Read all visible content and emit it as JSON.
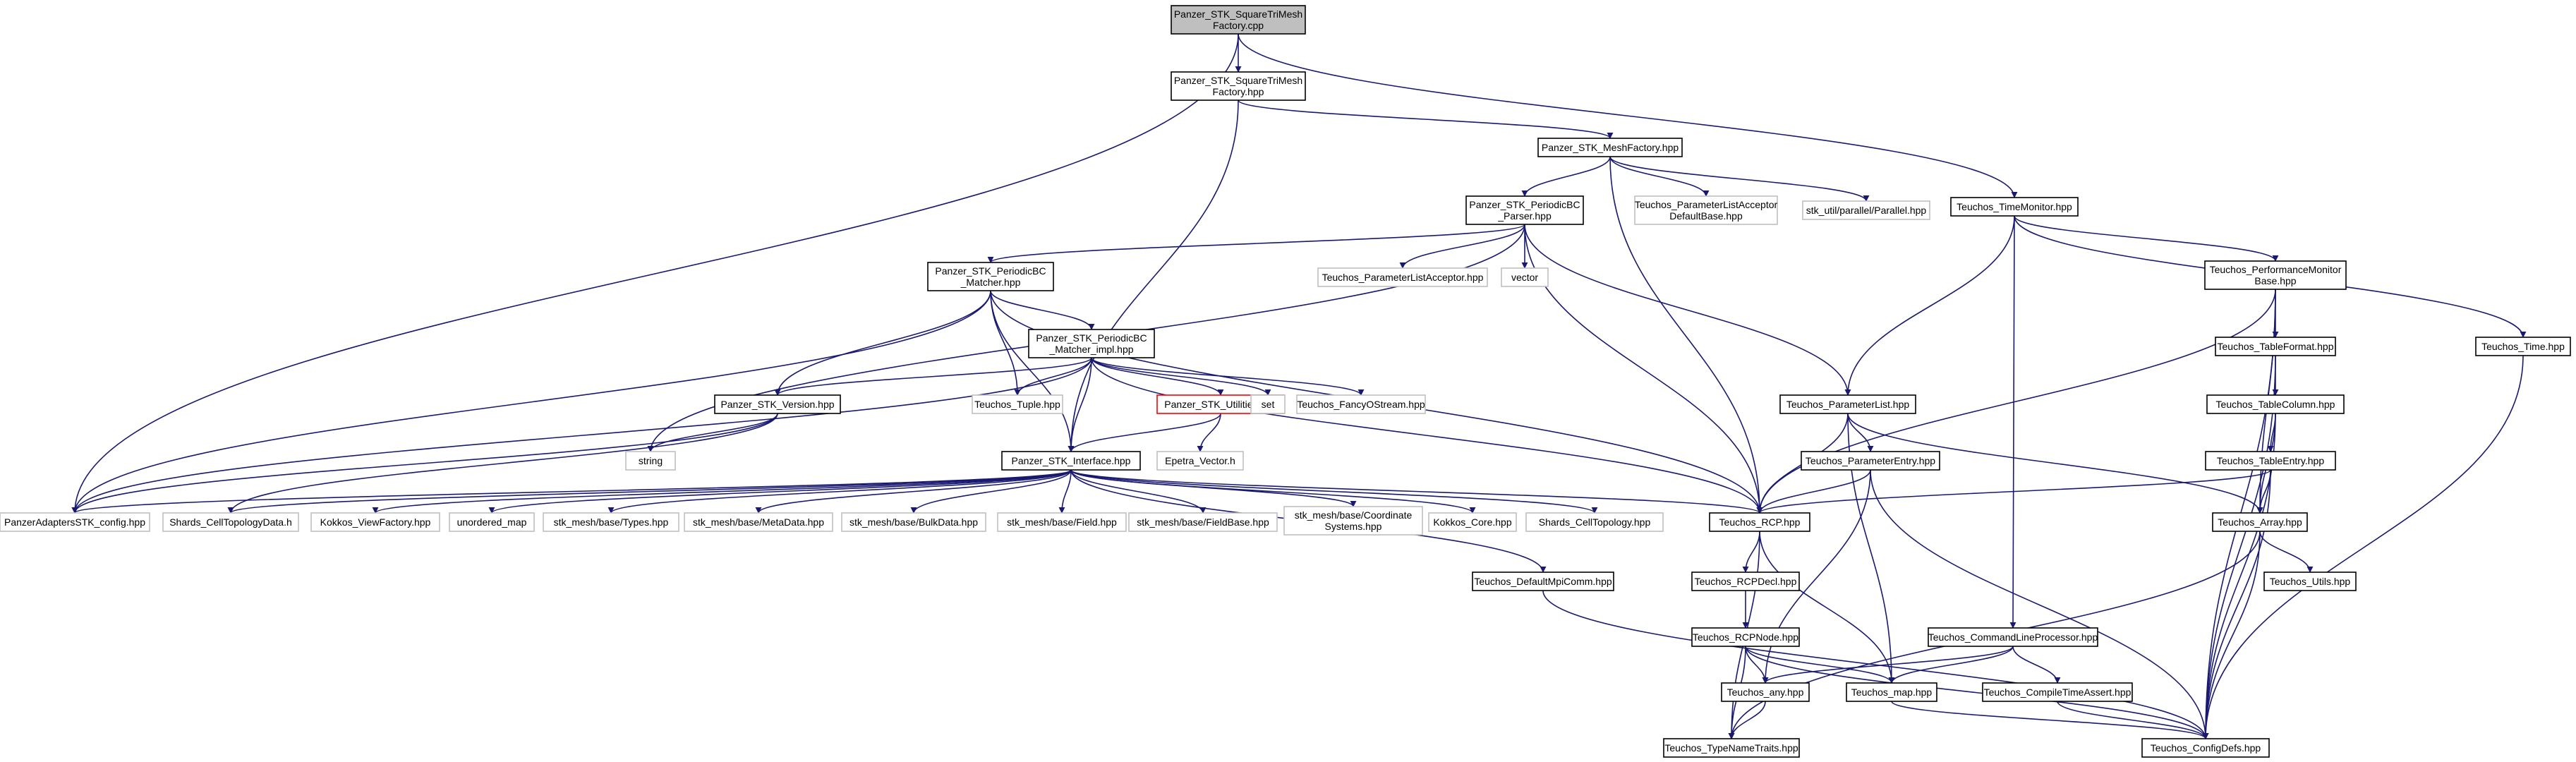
{
  "nodes": [
    {
      "id": "root",
      "lines": [
        "Panzer_STK_SquareTriMesh",
        "Factory.cpp"
      ],
      "style": "root"
    },
    {
      "id": "factory_hpp",
      "lines": [
        "Panzer_STK_SquareTriMesh",
        "Factory.hpp"
      ],
      "style": "normal"
    },
    {
      "id": "meshfactory",
      "lines": [
        "Panzer_STK_MeshFactory.hpp"
      ],
      "style": "normal"
    },
    {
      "id": "timemonitor",
      "lines": [
        "Teuchos_TimeMonitor.hpp"
      ],
      "style": "normal"
    },
    {
      "id": "pbc_parser",
      "lines": [
        "Panzer_STK_PeriodicBC",
        "_Parser.hpp"
      ],
      "style": "normal"
    },
    {
      "id": "plad",
      "lines": [
        "Teuchos_ParameterListAcceptor",
        "DefaultBase.hpp"
      ],
      "style": "ext"
    },
    {
      "id": "stk_parallel",
      "lines": [
        "stk_util/parallel/Parallel.hpp"
      ],
      "style": "ext"
    },
    {
      "id": "perfmon",
      "lines": [
        "Teuchos_PerformanceMonitor",
        "Base.hpp"
      ],
      "style": "normal"
    },
    {
      "id": "pbc_matcher",
      "lines": [
        "Panzer_STK_PeriodicBC",
        "_Matcher.hpp"
      ],
      "style": "normal"
    },
    {
      "id": "pla",
      "lines": [
        "Teuchos_ParameterListAcceptor.hpp"
      ],
      "style": "ext"
    },
    {
      "id": "vector",
      "lines": [
        "vector"
      ],
      "style": "ext"
    },
    {
      "id": "teuchos_time",
      "lines": [
        "Teuchos_Time.hpp"
      ],
      "style": "normal"
    },
    {
      "id": "tableformat",
      "lines": [
        "Teuchos_TableFormat.hpp"
      ],
      "style": "normal"
    },
    {
      "id": "pbc_matcher_impl",
      "lines": [
        "Panzer_STK_PeriodicBC",
        "_Matcher_impl.hpp"
      ],
      "style": "normal"
    },
    {
      "id": "stk_version",
      "lines": [
        "Panzer_STK_Version.hpp"
      ],
      "style": "normal"
    },
    {
      "id": "tuple",
      "lines": [
        "Teuchos_Tuple.hpp"
      ],
      "style": "ext"
    },
    {
      "id": "utilities",
      "lines": [
        "Panzer_STK_Utilities.hpp"
      ],
      "style": "red"
    },
    {
      "id": "set",
      "lines": [
        "set"
      ],
      "style": "ext"
    },
    {
      "id": "fancyostream",
      "lines": [
        "Teuchos_FancyOStream.hpp"
      ],
      "style": "ext"
    },
    {
      "id": "paramlist",
      "lines": [
        "Teuchos_ParameterList.hpp"
      ],
      "style": "normal"
    },
    {
      "id": "tablecolumn",
      "lines": [
        "Teuchos_TableColumn.hpp"
      ],
      "style": "normal"
    },
    {
      "id": "string",
      "lines": [
        "string"
      ],
      "style": "ext"
    },
    {
      "id": "epetra_vector",
      "lines": [
        "Epetra_Vector.h"
      ],
      "style": "ext"
    },
    {
      "id": "paramentry",
      "lines": [
        "Teuchos_ParameterEntry.hpp"
      ],
      "style": "normal"
    },
    {
      "id": "tableentry",
      "lines": [
        "Teuchos_TableEntry.hpp"
      ],
      "style": "normal"
    },
    {
      "id": "stk_interface",
      "lines": [
        "Panzer_STK_Interface.hpp"
      ],
      "style": "normal"
    },
    {
      "id": "pastk_config",
      "lines": [
        "PanzerAdaptersSTK_config.hpp"
      ],
      "style": "ext"
    },
    {
      "id": "shards_ctd",
      "lines": [
        "Shards_CellTopologyData.h"
      ],
      "style": "ext"
    },
    {
      "id": "kokkos_vf",
      "lines": [
        "Kokkos_ViewFactory.hpp"
      ],
      "style": "ext"
    },
    {
      "id": "unordered_map",
      "lines": [
        "unordered_map"
      ],
      "style": "ext"
    },
    {
      "id": "stk_types",
      "lines": [
        "stk_mesh/base/Types.hpp"
      ],
      "style": "ext"
    },
    {
      "id": "stk_metadata",
      "lines": [
        "stk_mesh/base/MetaData.hpp"
      ],
      "style": "ext"
    },
    {
      "id": "stk_bulkdata",
      "lines": [
        "stk_mesh/base/BulkData.hpp"
      ],
      "style": "ext"
    },
    {
      "id": "stk_field",
      "lines": [
        "stk_mesh/base/Field.hpp"
      ],
      "style": "ext"
    },
    {
      "id": "stk_fieldbase",
      "lines": [
        "stk_mesh/base/FieldBase.hpp"
      ],
      "style": "ext"
    },
    {
      "id": "stk_coord",
      "lines": [
        "stk_mesh/base/Coordinate",
        "Systems.hpp"
      ],
      "style": "ext"
    },
    {
      "id": "kokkos_core",
      "lines": [
        "Kokkos_Core.hpp"
      ],
      "style": "ext"
    },
    {
      "id": "shards_ct",
      "lines": [
        "Shards_CellTopology.hpp"
      ],
      "style": "ext"
    },
    {
      "id": "rcp",
      "lines": [
        "Teuchos_RCP.hpp"
      ],
      "style": "normal"
    },
    {
      "id": "array",
      "lines": [
        "Teuchos_Array.hpp"
      ],
      "style": "normal"
    },
    {
      "id": "defaultmpicomm",
      "lines": [
        "Teuchos_DefaultMpiComm.hpp"
      ],
      "style": "normal"
    },
    {
      "id": "rcpdecl",
      "lines": [
        "Teuchos_RCPDecl.hpp"
      ],
      "style": "normal"
    },
    {
      "id": "utils",
      "lines": [
        "Teuchos_Utils.hpp"
      ],
      "style": "normal"
    },
    {
      "id": "rcpnode",
      "lines": [
        "Teuchos_RCPNode.hpp"
      ],
      "style": "normal"
    },
    {
      "id": "clp",
      "lines": [
        "Teuchos_CommandLineProcessor.hpp"
      ],
      "style": "normal"
    },
    {
      "id": "any",
      "lines": [
        "Teuchos_any.hpp"
      ],
      "style": "normal"
    },
    {
      "id": "map",
      "lines": [
        "Teuchos_map.hpp"
      ],
      "style": "normal"
    },
    {
      "id": "compiletimeassert",
      "lines": [
        "Teuchos_CompileTimeAssert.hpp"
      ],
      "style": "normal"
    },
    {
      "id": "typenametraits",
      "lines": [
        "Teuchos_TypeNameTraits.hpp"
      ],
      "style": "normal"
    },
    {
      "id": "configdefs",
      "lines": [
        "Teuchos_ConfigDefs.hpp"
      ],
      "style": "normal"
    }
  ],
  "edges": [
    [
      "root",
      "factory_hpp"
    ],
    [
      "root",
      "timemonitor"
    ],
    [
      "root",
      "pastk_config"
    ],
    [
      "factory_hpp",
      "meshfactory"
    ],
    [
      "factory_hpp",
      "stk_interface"
    ],
    [
      "meshfactory",
      "pbc_parser"
    ],
    [
      "meshfactory",
      "plad"
    ],
    [
      "meshfactory",
      "stk_parallel"
    ],
    [
      "meshfactory",
      "rcp"
    ],
    [
      "timemonitor",
      "perfmon"
    ],
    [
      "timemonitor",
      "teuchos_time"
    ],
    [
      "timemonitor",
      "paramlist"
    ],
    [
      "timemonitor",
      "clp"
    ],
    [
      "pbc_parser",
      "pbc_matcher"
    ],
    [
      "pbc_parser",
      "pla"
    ],
    [
      "pbc_parser",
      "vector"
    ],
    [
      "pbc_parser",
      "string"
    ],
    [
      "pbc_parser",
      "paramlist"
    ],
    [
      "pbc_parser",
      "rcp"
    ],
    [
      "perfmon",
      "tableformat"
    ],
    [
      "perfmon",
      "rcp"
    ],
    [
      "perfmon",
      "array"
    ],
    [
      "perfmon",
      "configdefs"
    ],
    [
      "pbc_matcher",
      "pbc_matcher_impl"
    ],
    [
      "pbc_matcher",
      "stk_version"
    ],
    [
      "pbc_matcher",
      "tuple"
    ],
    [
      "pbc_matcher",
      "stk_interface"
    ],
    [
      "pbc_matcher",
      "pastk_config"
    ],
    [
      "pbc_matcher",
      "rcp"
    ],
    [
      "teuchos_time",
      "configdefs"
    ],
    [
      "tableformat",
      "tablecolumn"
    ],
    [
      "tableformat",
      "configdefs"
    ],
    [
      "pbc_matcher_impl",
      "stk_version"
    ],
    [
      "pbc_matcher_impl",
      "tuple"
    ],
    [
      "pbc_matcher_impl",
      "utilities"
    ],
    [
      "pbc_matcher_impl",
      "set"
    ],
    [
      "pbc_matcher_impl",
      "fancyostream"
    ],
    [
      "pbc_matcher_impl",
      "stk_interface"
    ],
    [
      "pbc_matcher_impl",
      "pastk_config"
    ],
    [
      "pbc_matcher_impl",
      "rcp"
    ],
    [
      "stk_version",
      "string"
    ],
    [
      "stk_version",
      "pastk_config"
    ],
    [
      "stk_version",
      "shards_ctd"
    ],
    [
      "utilities",
      "stk_interface"
    ],
    [
      "utilities",
      "epetra_vector"
    ],
    [
      "paramlist",
      "paramentry"
    ],
    [
      "paramlist",
      "rcp"
    ],
    [
      "paramlist",
      "array"
    ],
    [
      "paramlist",
      "map"
    ],
    [
      "tablecolumn",
      "tableentry"
    ],
    [
      "tablecolumn",
      "array"
    ],
    [
      "tablecolumn",
      "configdefs"
    ],
    [
      "paramentry",
      "rcp"
    ],
    [
      "paramentry",
      "any"
    ],
    [
      "paramentry",
      "configdefs"
    ],
    [
      "tableentry",
      "rcp"
    ],
    [
      "tableentry",
      "array"
    ],
    [
      "tableentry",
      "configdefs"
    ],
    [
      "stk_interface",
      "pastk_config"
    ],
    [
      "stk_interface",
      "shards_ctd"
    ],
    [
      "stk_interface",
      "kokkos_vf"
    ],
    [
      "stk_interface",
      "unordered_map"
    ],
    [
      "stk_interface",
      "stk_types"
    ],
    [
      "stk_interface",
      "stk_metadata"
    ],
    [
      "stk_interface",
      "stk_bulkdata"
    ],
    [
      "stk_interface",
      "stk_field"
    ],
    [
      "stk_interface",
      "stk_fieldbase"
    ],
    [
      "stk_interface",
      "stk_coord"
    ],
    [
      "stk_interface",
      "kokkos_core"
    ],
    [
      "stk_interface",
      "shards_ct"
    ],
    [
      "stk_interface",
      "rcp"
    ],
    [
      "stk_interface",
      "defaultmpicomm"
    ],
    [
      "rcp",
      "rcpdecl"
    ],
    [
      "rcp",
      "typenametraits"
    ],
    [
      "rcp",
      "map"
    ],
    [
      "array",
      "utils"
    ],
    [
      "array",
      "typenametraits"
    ],
    [
      "array",
      "configdefs"
    ],
    [
      "defaultmpicomm",
      "configdefs"
    ],
    [
      "rcpdecl",
      "rcpnode"
    ],
    [
      "rcpnode",
      "any"
    ],
    [
      "rcpnode",
      "map"
    ],
    [
      "rcpnode",
      "typenametraits"
    ],
    [
      "rcpnode",
      "configdefs"
    ],
    [
      "clp",
      "any"
    ],
    [
      "clp",
      "map"
    ],
    [
      "clp",
      "compiletimeassert"
    ],
    [
      "any",
      "typenametraits"
    ],
    [
      "map",
      "configdefs"
    ],
    [
      "compiletimeassert",
      "configdefs"
    ]
  ]
}
